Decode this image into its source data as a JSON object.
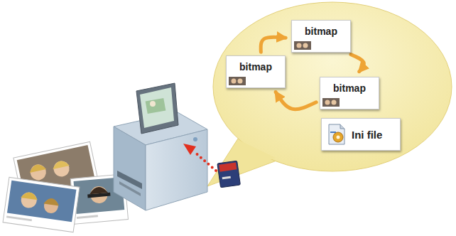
{
  "diagram": {
    "nodes": [
      {
        "text": [
          "bitmap"
        ]
      },
      {
        "text": [
          "bitmap"
        ]
      },
      {
        "text": [
          "bitmap"
        ]
      },
      {
        "text": [
          "Ini file"
        ]
      }
    ],
    "edges": [
      {
        "from": 1,
        "to": 0,
        "arrow": "to"
      },
      {
        "from": 0,
        "to": 2,
        "arrow": "to"
      },
      {
        "from": 2,
        "to": 1,
        "arrow": "to"
      }
    ]
  }
}
